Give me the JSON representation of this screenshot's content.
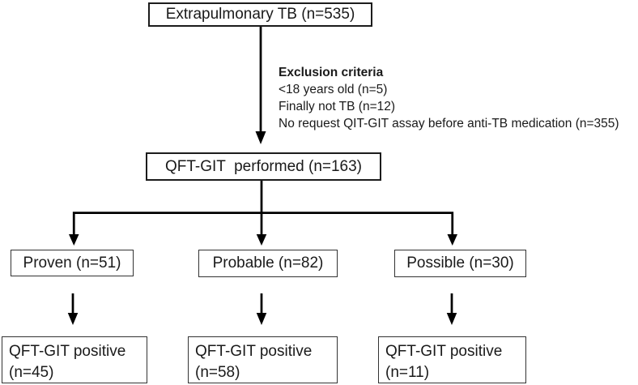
{
  "diagram": {
    "title_node": {
      "label": "Extrapulmonary TB (n=535)"
    },
    "exclusion": {
      "title": "Exclusion criteria",
      "items": [
        "<18 years old (n=5)",
        "Finally not TB (n=12)",
        "No request QIT-GIT assay before anti-TB medication (n=355)"
      ]
    },
    "performed_node": {
      "label": "QFT-GIT  performed (n=163)"
    },
    "category_nodes": [
      {
        "label": "Proven (n=51)"
      },
      {
        "label": "Probable (n=82)"
      },
      {
        "label": "Possible (n=30)"
      }
    ],
    "result_nodes": [
      {
        "line1": "QFT-GIT positive",
        "line2": "(n=45)"
      },
      {
        "line1": "QFT-GIT positive",
        "line2": "(n=58)"
      },
      {
        "line1": "QFT-GIT positive",
        "line2": "(n=11)"
      }
    ],
    "colors": {
      "background": "#ffffff",
      "box_border": "#1c1c1c",
      "arrow": "#000000",
      "text": "#1a1a1a"
    }
  }
}
